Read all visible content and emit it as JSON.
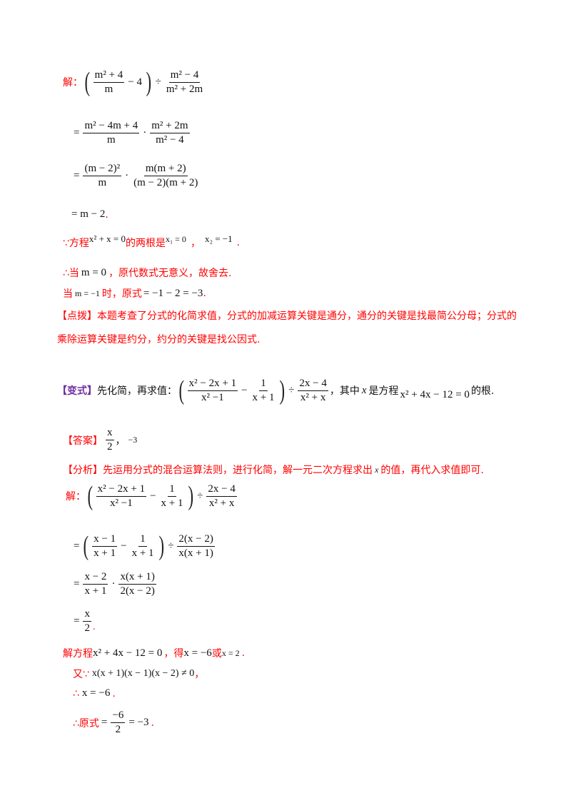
{
  "example": {
    "solution_label": "解：",
    "line1": {
      "paren_num": "m² + 4",
      "paren_den": "m",
      "minus_four": "− 4",
      "div": "÷",
      "frac_num": "m² − 4",
      "frac_den": "m² + 2m"
    },
    "line2": {
      "eq": "=",
      "f1_num": "m² − 4m + 4",
      "f1_den": "m",
      "dot": "·",
      "f2_num": "m² + 2m",
      "f2_den": "m² − 4"
    },
    "line3": {
      "eq": "=",
      "f1_num": "(m − 2)²",
      "f1_den": "m",
      "dot": "·",
      "f2_num": "m(m + 2)",
      "f2_den": "(m − 2)(m + 2)"
    },
    "line4": {
      "expr": "= m − 2",
      "end": "."
    },
    "line5": {
      "because": "∵方程",
      "equation": "x² + x = 0",
      "mid": "的两根是",
      "root1": "x₁ = 0",
      "comma": "，",
      "root2": "x₂ = −1",
      "end": "."
    },
    "line6": {
      "therefore": "∴当",
      "cond": "m = 0",
      "text": "，原代数式无意义，故舍去."
    },
    "line7": {
      "when": "当",
      "cond": "m = −1",
      "text": "时，原式",
      "calc": "= −1 − 2 = −3",
      "end": "."
    }
  },
  "tip": {
    "label": "【点拨】",
    "line1": "本题考查了分式的化简求值，分式的加减运算关键是通分，通分的关键是找最简公分母；分式的",
    "line2": "乘除运算关键是约分，约分的关键是找公因式."
  },
  "variant": {
    "label": "【变式】",
    "prompt": "先化简，再求值：",
    "p_num": "x² − 2x + 1",
    "p_den": "x² −1",
    "minus": "−",
    "q_num": "1",
    "q_den": "x + 1",
    "div": "÷",
    "r_num": "2x − 4",
    "r_den": "x² + x",
    "where": "，其中",
    "var": "x",
    "is_root": "是方程",
    "equation": "x² + 4x − 12 = 0",
    "end": "的根."
  },
  "answer": {
    "label": "【答案】",
    "frac_num": "x",
    "frac_den": "2",
    "sep": "，",
    "value": "−3"
  },
  "analysis": {
    "label": "【分析】",
    "text1": "先运用分式的混合运算法则，进行化简，解一元二次方程求出",
    "var": "x",
    "text2": "的值，再代入求值即可."
  },
  "solution": {
    "label": "解：",
    "line1": {
      "p_num": "x² − 2x + 1",
      "p_den": "x² −1",
      "minus": "−",
      "q_num": "1",
      "q_den": "x + 1",
      "div": "÷",
      "r_num": "2x − 4",
      "r_den": "x² + x"
    },
    "line2": {
      "eq": "=",
      "p_num": "x − 1",
      "p_den": "x + 1",
      "minus": "−",
      "q_num": "1",
      "q_den": "x + 1",
      "div": "÷",
      "r_num": "2(x − 2)",
      "r_den": "x(x + 1)"
    },
    "line3": {
      "eq": "=",
      "f1_num": "x − 2",
      "f1_den": "x + 1",
      "dot": "·",
      "f2_num": "x(x + 1)",
      "f2_den": "2(x − 2)"
    },
    "line4": {
      "eq": "=",
      "num": "x",
      "den": "2",
      "end": "."
    },
    "line5": {
      "text": "解方程",
      "equation": "x² + 4x − 12 = 0",
      "get": "，得",
      "root1": "x = −6",
      "or": "或",
      "root2": "x = 2",
      "end": "."
    },
    "line6": {
      "also": "又∵",
      "cond": "x(x + 1)(x − 1)(x − 2) ≠ 0",
      "end": "，"
    },
    "line7": {
      "therefore": "∴",
      "expr": "x = −6",
      "end": "."
    },
    "line8": {
      "therefore": "∴原式",
      "eq": "=",
      "num": "−6",
      "den": "2",
      "result": "= −3",
      "end": "."
    }
  },
  "colors": {
    "red": "#ff0000",
    "purple": "#7030a0",
    "text": "#111111"
  }
}
